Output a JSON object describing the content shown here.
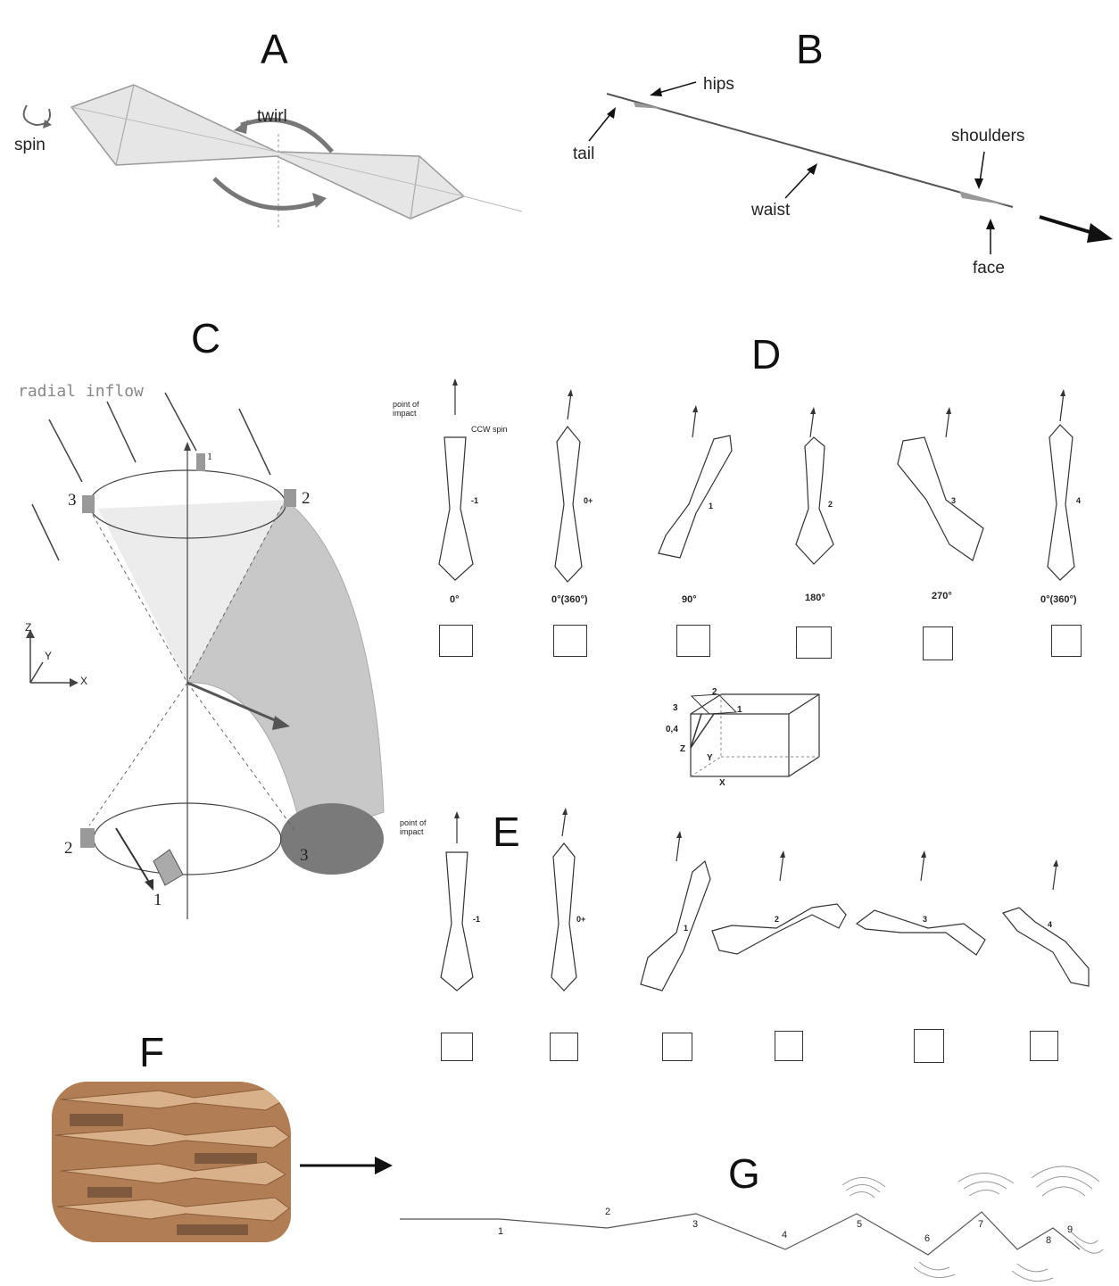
{
  "panels": {
    "A": {
      "letter": "A",
      "labels": {
        "spin": "spin",
        "twirl": "twirl"
      }
    },
    "B": {
      "letter": "B",
      "labels": {
        "hips": "hips",
        "tail": "tail",
        "shoulders": "shoulders",
        "waist": "waist",
        "face": "face"
      }
    },
    "C": {
      "letter": "C",
      "labels": {
        "radial_inflow": "radial inflow",
        "pos_1_top": "1",
        "pos_2_top": "2",
        "pos_3_top": "3",
        "pos_1_bottom": "1",
        "pos_2_bottom": "2",
        "pos_3_bottom": "3",
        "axis_z": "Z",
        "axis_y": "Y",
        "axis_x": "X"
      }
    },
    "D": {
      "letter": "D",
      "annotations": {
        "point_of_impact": "point of impact",
        "ccw_spin": "CCW spin"
      },
      "frames": [
        {
          "index": "-1",
          "angle": "0°"
        },
        {
          "index": "0+",
          "angle": "0°(360°)"
        },
        {
          "index": "1",
          "angle": "90°"
        },
        {
          "index": "2",
          "angle": "180°"
        },
        {
          "index": "3",
          "angle": "270°"
        },
        {
          "index": "4",
          "angle": "0°(360°)"
        }
      ],
      "cube": {
        "labels": [
          "2",
          "1",
          "3",
          "0,4",
          "Z",
          "Y",
          "X"
        ]
      }
    },
    "E": {
      "letter": "E",
      "annotations": {
        "point_of_impact": "point of impact"
      },
      "frames": [
        {
          "index": "-1"
        },
        {
          "index": "0+"
        },
        {
          "index": "1"
        },
        {
          "index": "2"
        },
        {
          "index": "3"
        },
        {
          "index": "4"
        }
      ]
    },
    "F": {
      "letter": "F"
    },
    "G": {
      "letter": "G",
      "points": [
        "1",
        "2",
        "3",
        "4",
        "5",
        "6",
        "7",
        "8",
        "9"
      ]
    }
  },
  "colors": {
    "ink": "#222222",
    "sketch": "#9a9a9a",
    "shade": "#bdbdbd",
    "dark_cap": "#7a7a7a",
    "wood": "#b58560"
  }
}
